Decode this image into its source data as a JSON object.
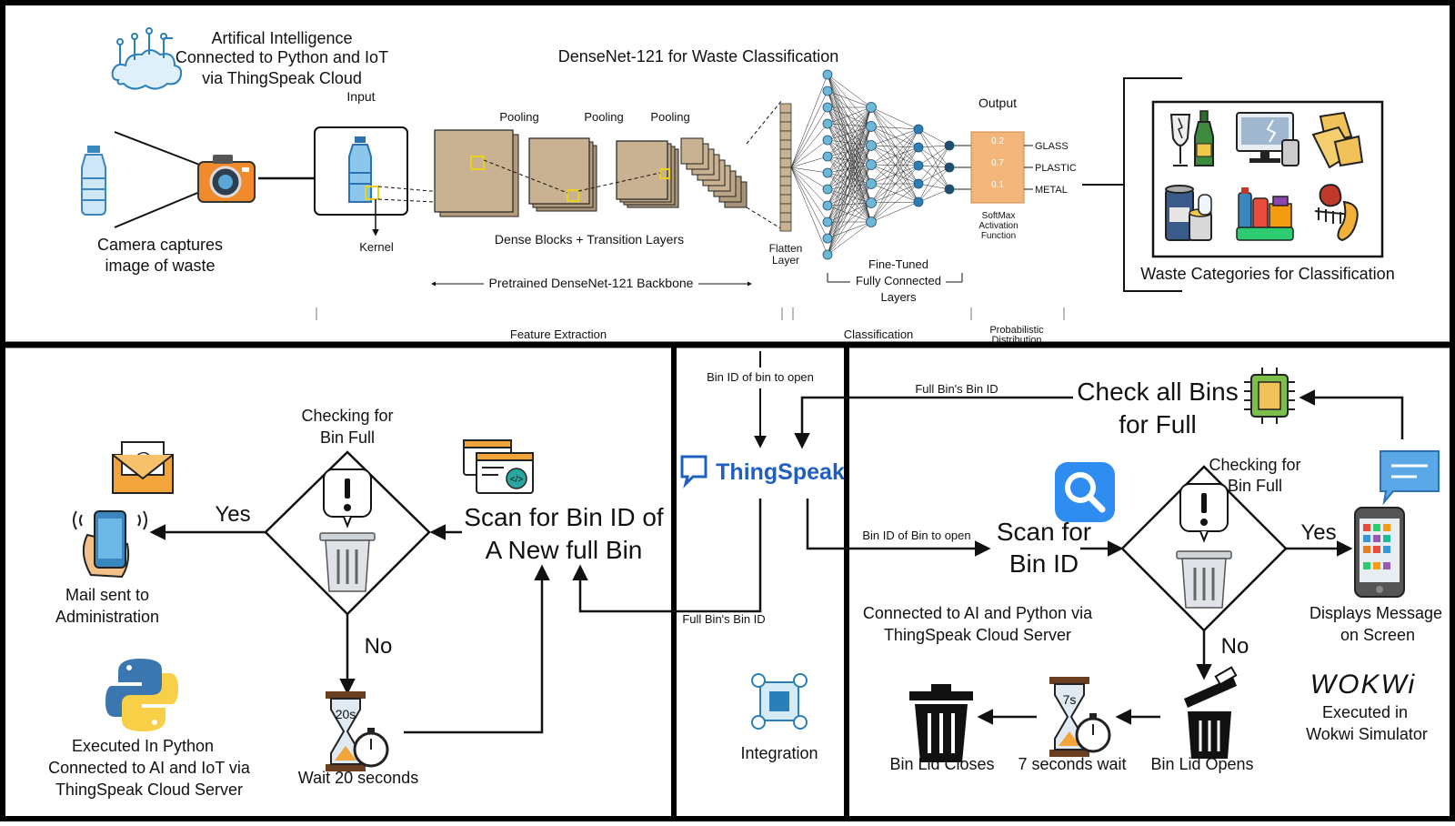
{
  "top": {
    "ai_caption": [
      "Artifical Intelligence",
      "Connected to Python and IoT",
      "via ThingSpeak Cloud"
    ],
    "main_title": "DenseNet-121 for Waste Classification",
    "camera_caption": [
      "Camera captures",
      "image of waste"
    ],
    "input_label": "Input",
    "kernel_label": "Kernel",
    "pooling_labels": [
      "Pooling",
      "Pooling",
      "Pooling"
    ],
    "dense_blocks_label": "Dense Blocks + Transition Layers",
    "backbone_label": "Pretrained DenseNet-121 Backbone",
    "flatten_label": [
      "Flatten",
      "Layer"
    ],
    "fc_label": [
      "Fine-Tuned",
      "Fully Connected",
      "Layers"
    ],
    "output_label": "Output",
    "output_values": [
      "0.2",
      "0.7",
      "0.1"
    ],
    "output_classes": [
      "GLASS",
      "PLASTIC",
      "METAL"
    ],
    "softmax_label": [
      "SoftMax",
      "Activation",
      "Function"
    ],
    "waste_caption": "Waste Categories for Classification",
    "stage_labels": [
      "Feature Extraction",
      "Classification",
      "Probabilistic",
      "Distribution"
    ]
  },
  "left_panel": {
    "checking_label": [
      "Checking for",
      "Bin Full"
    ],
    "yes_label": "Yes",
    "no_label": "No",
    "mail_caption": [
      "Mail sent to",
      "Administration"
    ],
    "scan_label": [
      "Scan for Bin ID of",
      "A New full Bin"
    ],
    "wait_label": "Wait 20 seconds",
    "hourglass_text": "20s",
    "python_caption": [
      "Executed In Python",
      "Connected to AI and IoT via",
      "ThingSpeak Cloud Server"
    ]
  },
  "middle_panel": {
    "bin_id_label": "Bin ID of bin to open",
    "thingspeak_label": "ThingSpeak",
    "full_bin_label": "Full Bin's Bin ID",
    "integration_label": "Integration"
  },
  "right_panel": {
    "full_bin_label": "Full Bin's Bin ID",
    "check_all_label": [
      "Check all Bins",
      "for Full"
    ],
    "bin_id_open_label": "Bin ID of Bin to open",
    "scan_label": [
      "Scan for",
      "Bin ID"
    ],
    "checking_label": [
      "Checking for",
      "Bin Full"
    ],
    "yes_label": "Yes",
    "no_label": "No",
    "display_caption": [
      "Displays Message",
      "on Screen"
    ],
    "connected_caption": [
      "Connected to AI and Python via",
      "ThingSpeak Cloud Server"
    ],
    "wokwi_logo": "WOKWi",
    "wokwi_caption": [
      "Executed in",
      "Wokwi Simulator"
    ],
    "bin_closes_label": "Bin Lid Closes",
    "wait_label": "7 seconds wait",
    "hourglass_text": "7s",
    "bin_opens_label": "Bin Lid Opens"
  },
  "colors": {
    "border": "#000000",
    "feature_map": "#c8b292",
    "output_box": "#f3b67a",
    "node": "#6db8d8",
    "node_dark": "#1f4f6e",
    "thingspeak_blue": "#1f5fbf",
    "search_blue": "#2f8cf0",
    "bottle_blue": "#5aa8d8",
    "camera_orange": "#f08a2c",
    "python_blue": "#3a76b0",
    "python_yellow": "#f7d048"
  },
  "icons": [
    "cloud-network-icon",
    "bottle-icon",
    "camera-icon",
    "glass-bottle-icon",
    "computer-icon",
    "paper-icon",
    "cans-icon",
    "plastic-icon",
    "organic-waste-icon",
    "mail-icon",
    "phone-hand-icon",
    "python-icon",
    "alert-bin-icon",
    "hourglass-icon",
    "code-window-icon",
    "thingspeak-icon",
    "integration-icon",
    "chip-icon",
    "search-icon",
    "message-icon",
    "smartphone-icon",
    "trash-bin-icon",
    "open-bin-icon"
  ]
}
